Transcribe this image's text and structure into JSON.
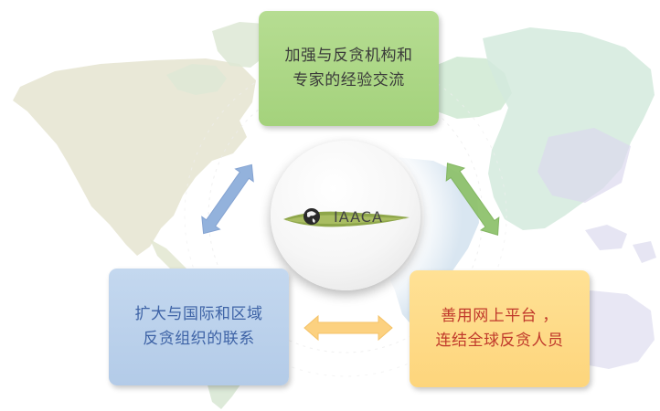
{
  "logo": {
    "text": "IAACA"
  },
  "boxes": {
    "top": {
      "line1": "加强与反贪机构和",
      "line2": "专家的经验交流"
    },
    "left": {
      "line1": "扩大与国际和区域",
      "line2": "反贪组织的联系"
    },
    "right": {
      "line1": "善用网上平台 ，",
      "line2": "连结全球反贪人员"
    }
  },
  "colors": {
    "top_box": "#a9d582",
    "left_box": "#b7cee9",
    "right_box": "#fed982",
    "top_text": "#3a3a3a",
    "left_text": "#3e63a6",
    "right_text": "#c0392b",
    "arrow_blue": "#8eaedb",
    "arrow_green": "#8fc26d",
    "arrow_orange": "#fccf7a"
  }
}
